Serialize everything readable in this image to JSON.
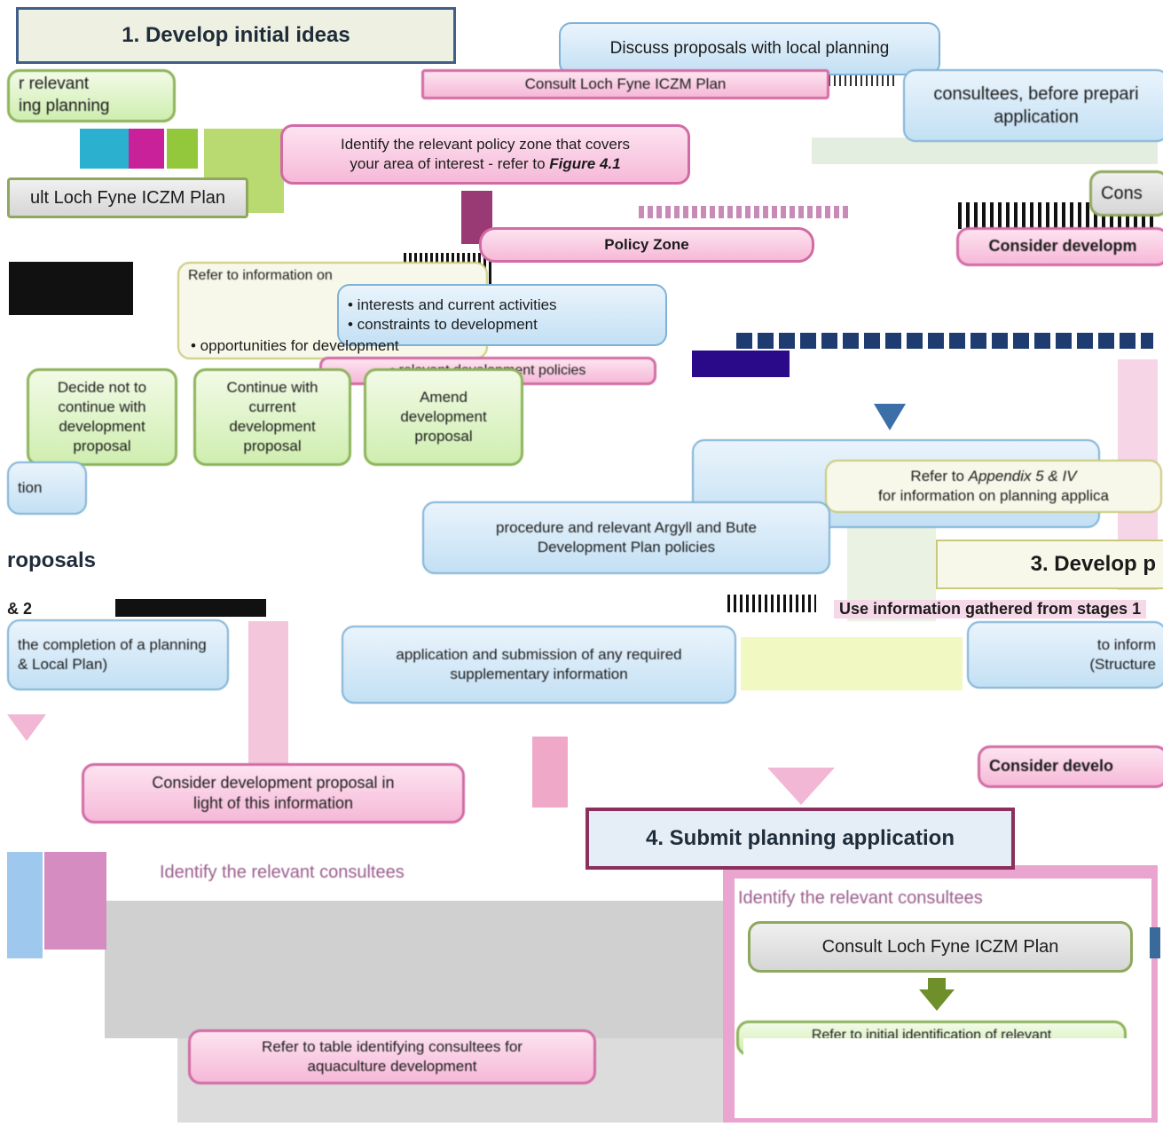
{
  "headers": {
    "stage1": "1. Develop initial ideas",
    "stage3": "3. Develop p",
    "stage4": "4. Submit planning application",
    "proposals_fragment": "roposals"
  },
  "boxes": {
    "discuss": "Discuss proposals with local planning",
    "consult_iczm_top": "Consult Loch Fyne ICZM Plan",
    "consultees_top": "consultees, before prepari",
    "application_top": "application",
    "policy_zone_identify_1": "Identify the relevant policy zone that covers",
    "policy_zone_identify_2": "your area of interest - refer to",
    "policy_zone_identify_fig": "Figure 4.1",
    "consult_iczm_left": "ult Loch Fyne ICZM Plan",
    "policy_zone_label": "Policy Zone",
    "cons_right": "Cons",
    "consider_dev_right": "Consider developm",
    "refer_info": "Refer to information on",
    "bullet_interests": "• interests and current activities",
    "bullet_constraints": "• constraints to development",
    "bullet_opportunities": "• opportunities for development",
    "bullet_policies": "• relevant development policies",
    "decision_1": "Decide not to continue with development proposal",
    "decision_2": "Continue with current development proposal",
    "decision_3": "Amend development proposal",
    "refer_appendix_1": "Refer to",
    "refer_appendix_2": "Appendix 5 & IV",
    "refer_appendix_3": "for information on planning applica",
    "ing_planning": "ing planning",
    "relevant_fragment": "r relevant",
    "tion_fragment": "tion",
    "procedure_1": "procedure and relevant Argyll and Bute",
    "procedure_2": "Development Plan policies",
    "stages_12": "& 2",
    "completion": "the completion of a planning",
    "local_plan": "& Local Plan)",
    "use_info": "Use information gathered from stages 1",
    "to_inform": "to inform",
    "structure": "(Structure",
    "application_submission_1": "application and submission of any required",
    "application_submission_2": "supplementary information",
    "consider_light_1": "Consider development proposal in",
    "consider_light_2": "light of this information",
    "consider_dev_bottom": "Consider develo",
    "identify_consultees": "Identify the relevant consultees",
    "consult_iczm_bottom": "Consult Loch Fyne ICZM Plan",
    "refer_table_1": "Refer to table identifying consultees for",
    "refer_table_2": "aquaculture development",
    "refer_initial": "Refer to initial identification of relevant"
  }
}
